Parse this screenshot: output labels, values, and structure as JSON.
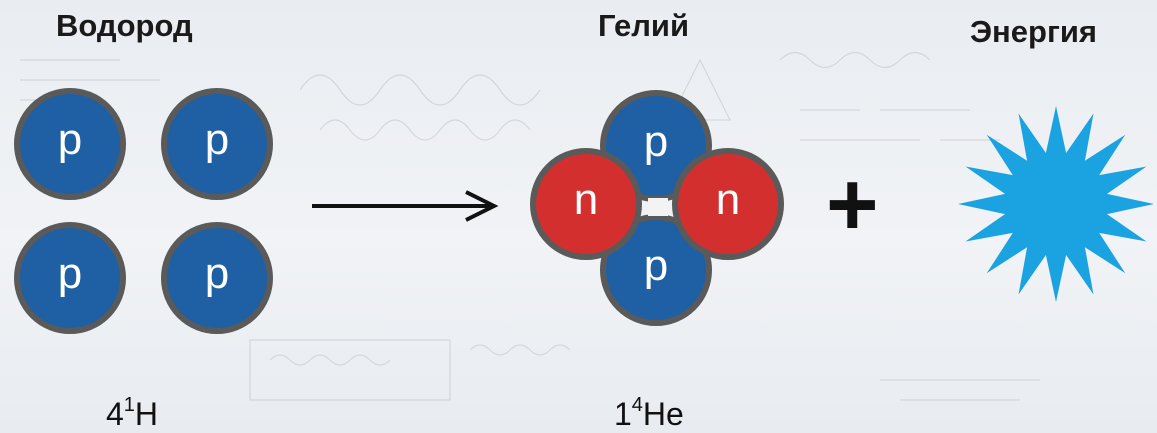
{
  "labels": {
    "hydrogen": "Водород",
    "helium": "Гелий",
    "energy": "Энергия"
  },
  "particles": {
    "proton": "p",
    "neutron": "n"
  },
  "formulas": {
    "hydrogen": {
      "coefficient": "4",
      "mass_number": "1",
      "symbol": "H"
    },
    "helium": {
      "coefficient": "1",
      "mass_number": "4",
      "symbol": "He"
    }
  },
  "operator": "+",
  "colors": {
    "proton": "#1f5fa3",
    "neutron": "#d42f2f",
    "outline": "#5a5a5a",
    "energy_star": "#1aa3e0"
  },
  "icons": {
    "arrow": "right-arrow-icon",
    "energy": "energy-burst-icon"
  }
}
